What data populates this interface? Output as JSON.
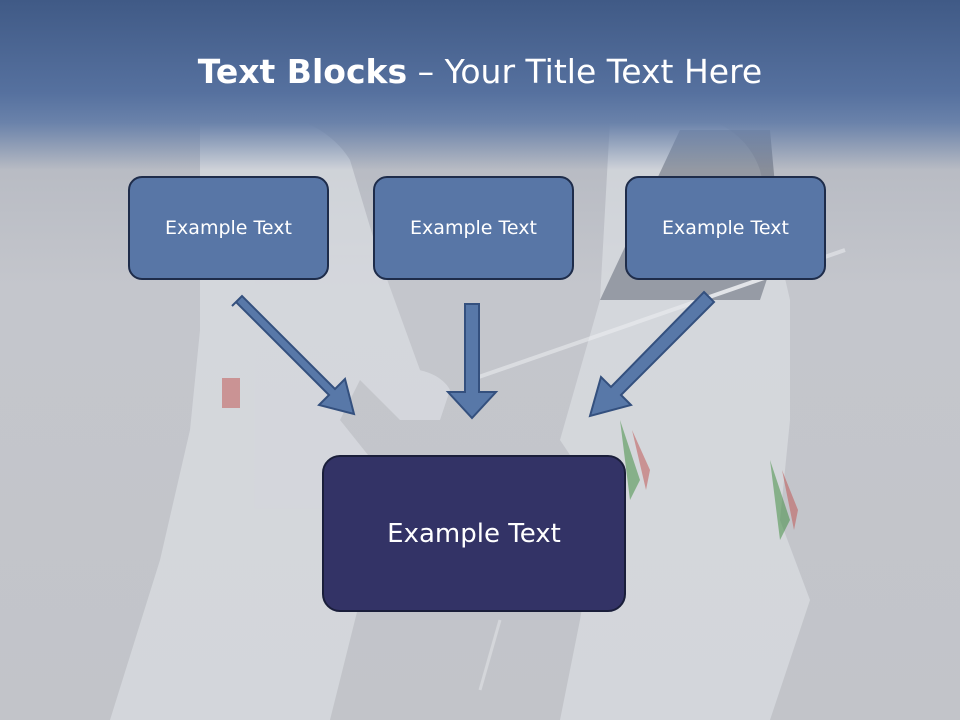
{
  "title": {
    "bold": "Text Blocks",
    "rest": "– Your Title Text Here"
  },
  "blocks": [
    {
      "label": "Example Text"
    },
    {
      "label": "Example Text"
    },
    {
      "label": "Example Text"
    }
  ],
  "main_block": {
    "label": "Example Text"
  },
  "colors": {
    "header": "#4e6a98",
    "block_fill": "#5876a6",
    "main_fill": "#333366",
    "arrow_fill": "#5878a8",
    "background": "#c2c4c9"
  }
}
